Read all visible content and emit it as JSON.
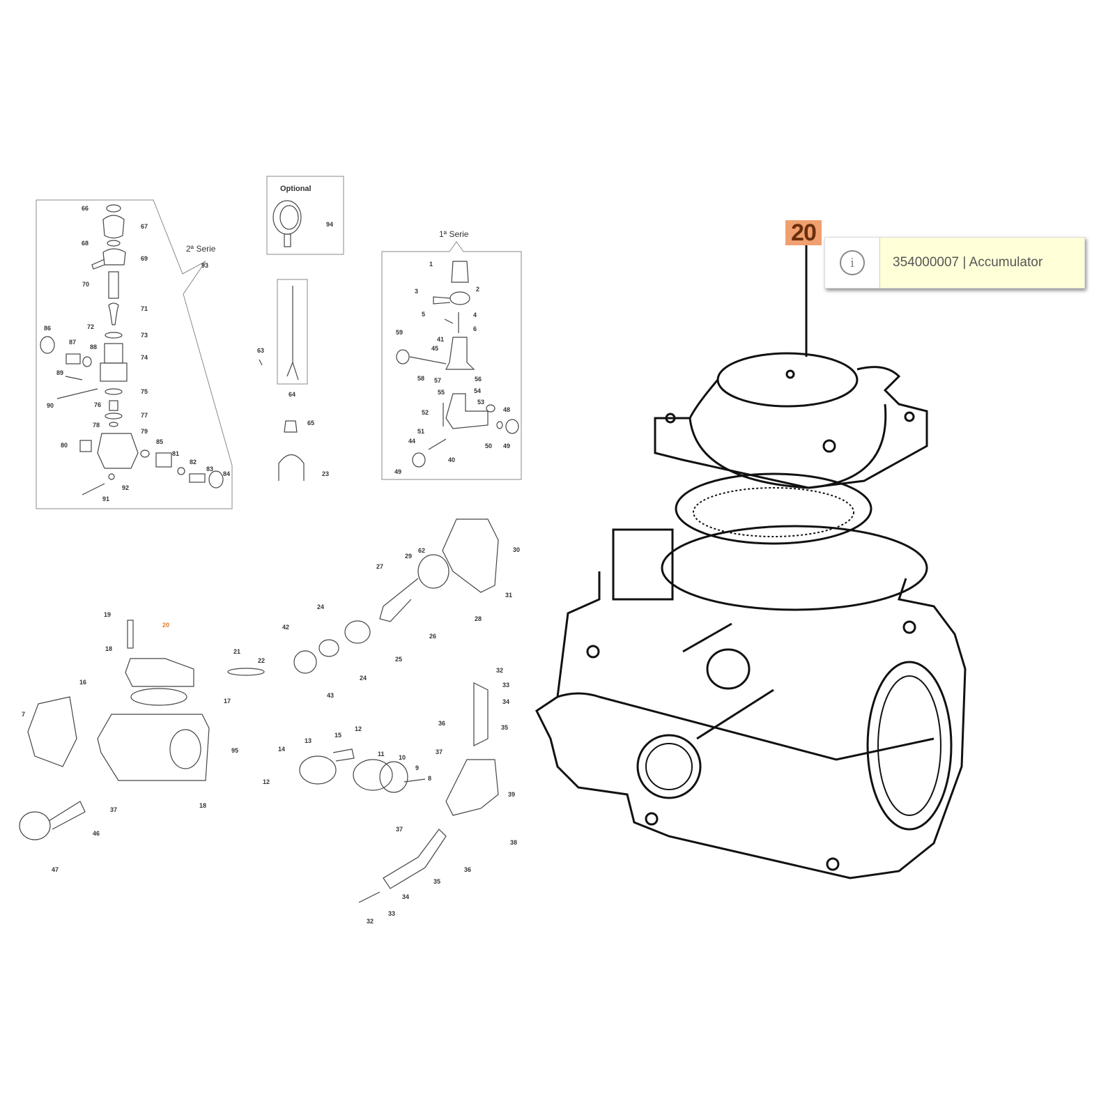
{
  "captions": {
    "serie2": "2ª Serie",
    "optional": "Optional",
    "serie1": "1ª Serie"
  },
  "labels": [
    "66",
    "67",
    "68",
    "69",
    "70",
    "71",
    "72",
    "73",
    "86",
    "87",
    "88",
    "74",
    "89",
    "75",
    "90",
    "76",
    "77",
    "78",
    "79",
    "80",
    "85",
    "81",
    "82",
    "83",
    "92",
    "84",
    "91",
    "93",
    "94",
    "63",
    "64",
    "65",
    "23",
    "1",
    "2",
    "3",
    "4",
    "5",
    "6",
    "59",
    "41",
    "45",
    "58",
    "57",
    "56",
    "55",
    "54",
    "53",
    "48",
    "52",
    "51",
    "44",
    "40",
    "50",
    "49",
    "49",
    "30",
    "29",
    "62",
    "27",
    "31",
    "28",
    "26",
    "24",
    "25",
    "42",
    "24",
    "43",
    "19",
    "20",
    "18",
    "21",
    "22",
    "16",
    "17",
    "7",
    "95",
    "14",
    "13",
    "15",
    "12",
    "11",
    "10",
    "9",
    "8",
    "12",
    "37",
    "18",
    "37",
    "46",
    "47",
    "37",
    "32",
    "33",
    "34",
    "35",
    "36",
    "39",
    "38",
    "36",
    "35",
    "34",
    "33",
    "32"
  ],
  "highlight": {
    "badge": "20",
    "part_number": "354000007",
    "part_name": "Accumulator",
    "tooltip_text": "354000007 | Accumulator",
    "color": "#f0a070"
  },
  "colors": {
    "highlight_label": "#e07a30",
    "tooltip_bg": "#ffffd8"
  }
}
